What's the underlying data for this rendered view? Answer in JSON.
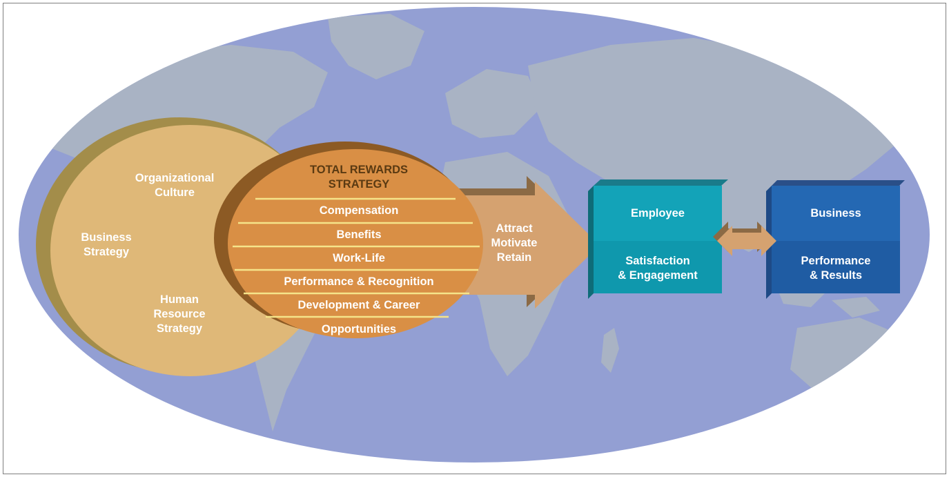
{
  "context": {
    "organizational_culture": "Organizational\nCulture",
    "business_strategy": "Business\nStrategy",
    "hr_strategy": "Human\nResource\nStrategy"
  },
  "total_rewards": {
    "title": "TOTAL REWARDS\nSTRATEGY",
    "items": [
      "Compensation",
      "Benefits",
      "Work-Life",
      "Performance & Recognition",
      "Development & Career",
      "Opportunities"
    ]
  },
  "arrow_label": "Attract\nMotivate\nRetain",
  "employee": {
    "top": "Employee",
    "bottom": "Satisfaction\n& Engagement"
  },
  "business": {
    "top": "Business",
    "bottom": "Performance\n& Results"
  },
  "colors": {
    "ocean": "#939fd3",
    "land": "#a9b3c4",
    "outer_ellipse": "#dfb878",
    "inner_ellipse": "#d98f45",
    "arrow": "#d5a270",
    "employee": "#13a3b8",
    "business": "#2468b3",
    "divider": "#f5e48a"
  }
}
